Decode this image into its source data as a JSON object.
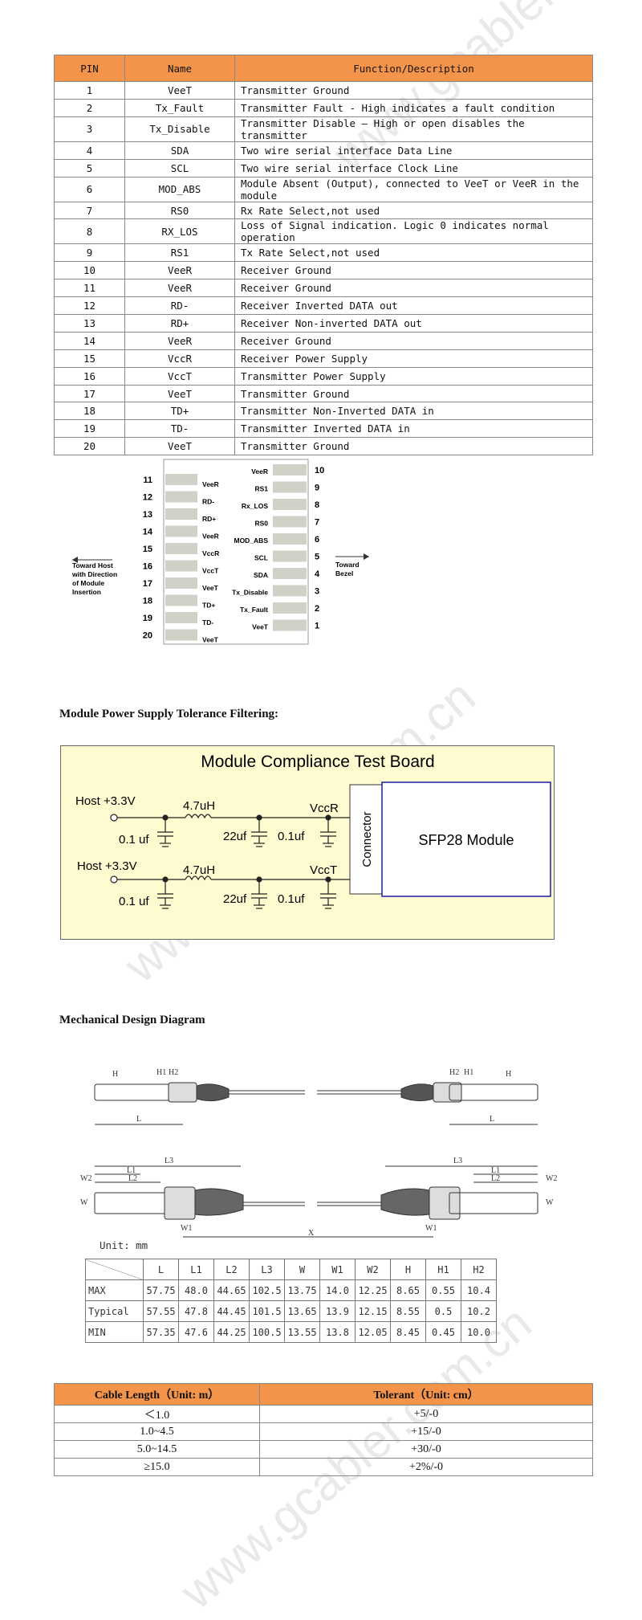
{
  "watermark": "www.gcabler.com.cn",
  "pin_table": {
    "headers": [
      "PIN",
      "Name",
      "Function/Description"
    ],
    "rows": [
      [
        "1",
        "VeeT",
        "Transmitter Ground"
      ],
      [
        "2",
        "Tx_Fault",
        "Transmitter Fault - High indicates a fault condition"
      ],
      [
        "3",
        "Tx_Disable",
        "Transmitter Disable – High or open disables the transmitter"
      ],
      [
        "4",
        "SDA",
        "Two wire serial interface Data Line"
      ],
      [
        "5",
        "SCL",
        "Two wire serial interface Clock Line"
      ],
      [
        "6",
        "MOD_ABS",
        "Module Absent (Output), connected to VeeT or VeeR in the module"
      ],
      [
        "7",
        "RS0",
        "Rx Rate Select,not used"
      ],
      [
        "8",
        "RX_LOS",
        "Loss of Signal indication. Logic 0 indicates normal operation"
      ],
      [
        "9",
        "RS1",
        "Tx Rate Select,not used"
      ],
      [
        "10",
        "VeeR",
        "Receiver Ground"
      ],
      [
        "11",
        "VeeR",
        "Receiver Ground"
      ],
      [
        "12",
        "RD-",
        "Receiver Inverted DATA out"
      ],
      [
        "13",
        "RD+",
        "Receiver Non-inverted DATA out"
      ],
      [
        "14",
        "VeeR",
        "Receiver Ground"
      ],
      [
        "15",
        "VccR",
        "Receiver Power Supply"
      ],
      [
        "16",
        "VccT",
        "Transmitter Power Supply"
      ],
      [
        "17",
        "VeeT",
        "Transmitter Ground"
      ],
      [
        "18",
        "TD+",
        "Transmitter Non-Inverted DATA in"
      ],
      [
        "19",
        "TD-",
        "Transmitter Inverted DATA in"
      ],
      [
        "20",
        "VeeT",
        "Transmitter Ground"
      ]
    ]
  },
  "pinout": {
    "left": [
      {
        "num": "11",
        "name": "VeeR"
      },
      {
        "num": "12",
        "name": "RD-"
      },
      {
        "num": "13",
        "name": "RD+"
      },
      {
        "num": "14",
        "name": "VeeR"
      },
      {
        "num": "15",
        "name": "VccR"
      },
      {
        "num": "16",
        "name": "VccT"
      },
      {
        "num": "17",
        "name": "VeeT"
      },
      {
        "num": "18",
        "name": "TD+"
      },
      {
        "num": "19",
        "name": "TD-"
      },
      {
        "num": "20",
        "name": "VeeT"
      }
    ],
    "right": [
      {
        "num": "10",
        "name": "VeeR"
      },
      {
        "num": "9",
        "name": "RS1"
      },
      {
        "num": "8",
        "name": "Rx_LOS"
      },
      {
        "num": "7",
        "name": "RS0"
      },
      {
        "num": "6",
        "name": "MOD_ABS"
      },
      {
        "num": "5",
        "name": "SCL"
      },
      {
        "num": "4",
        "name": "SDA"
      },
      {
        "num": "3",
        "name": "Tx_Disable"
      },
      {
        "num": "2",
        "name": "Tx_Fault"
      },
      {
        "num": "1",
        "name": "VeeT"
      }
    ],
    "toward_host": [
      "Toward Host",
      "with Direction",
      "of Module",
      "Insertion"
    ],
    "toward_bezel": [
      "Toward",
      "Bezel"
    ]
  },
  "power_section": {
    "heading": "Module Power Supply Tolerance Filtering:",
    "board_title": "Module Compliance Test Board",
    "host1": "Host +3.3V",
    "host2": "Host +3.3V",
    "ind1": "4.7uH",
    "ind2": "4.7uH",
    "cap_01a": "0.1 uf",
    "cap_22a": "22uf",
    "cap_01b": "0.1uf",
    "cap_01c": "0.1 uf",
    "cap_22b": "22uf",
    "cap_01d": "0.1uf",
    "vccr": "VccR",
    "vcct": "VccT",
    "connector": "Connector",
    "module": "SFP28 Module"
  },
  "mech_section": {
    "heading": "Mechanical Design Diagram",
    "labels": {
      "L": "L",
      "L1": "L1",
      "L2": "L2",
      "L3": "L3",
      "H": "H",
      "H1": "H1",
      "H2": "H2",
      "W": "W",
      "W1": "W1",
      "W2": "W2",
      "X": "X"
    },
    "unit": "Unit: mm",
    "dim_headers": [
      "L",
      "L1",
      "L2",
      "L3",
      "W",
      "W1",
      "W2",
      "H",
      "H1",
      "H2"
    ],
    "dim_rows": [
      {
        "label": "MAX",
        "values": [
          "57.75",
          "48.0",
          "44.65",
          "102.5",
          "13.75",
          "14.0",
          "12.25",
          "8.65",
          "0.55",
          "10.4"
        ]
      },
      {
        "label": "Typical",
        "values": [
          "57.55",
          "47.8",
          "44.45",
          "101.5",
          "13.65",
          "13.9",
          "12.15",
          "8.55",
          "0.5",
          "10.2"
        ]
      },
      {
        "label": "MIN",
        "values": [
          "57.35",
          "47.6",
          "44.25",
          "100.5",
          "13.55",
          "13.8",
          "12.05",
          "8.45",
          "0.45",
          "10.0"
        ]
      }
    ]
  },
  "cable_table": {
    "headers": [
      "Cable Length（Unit: m）",
      "Tolerant（Unit: cm）"
    ],
    "rows": [
      [
        "＜1.0",
        "+5/-0"
      ],
      [
        "1.0~4.5",
        "+15/-0"
      ],
      [
        "5.0~14.5",
        "+30/-0"
      ],
      [
        "≥15.0",
        "+2%/-0"
      ]
    ]
  }
}
